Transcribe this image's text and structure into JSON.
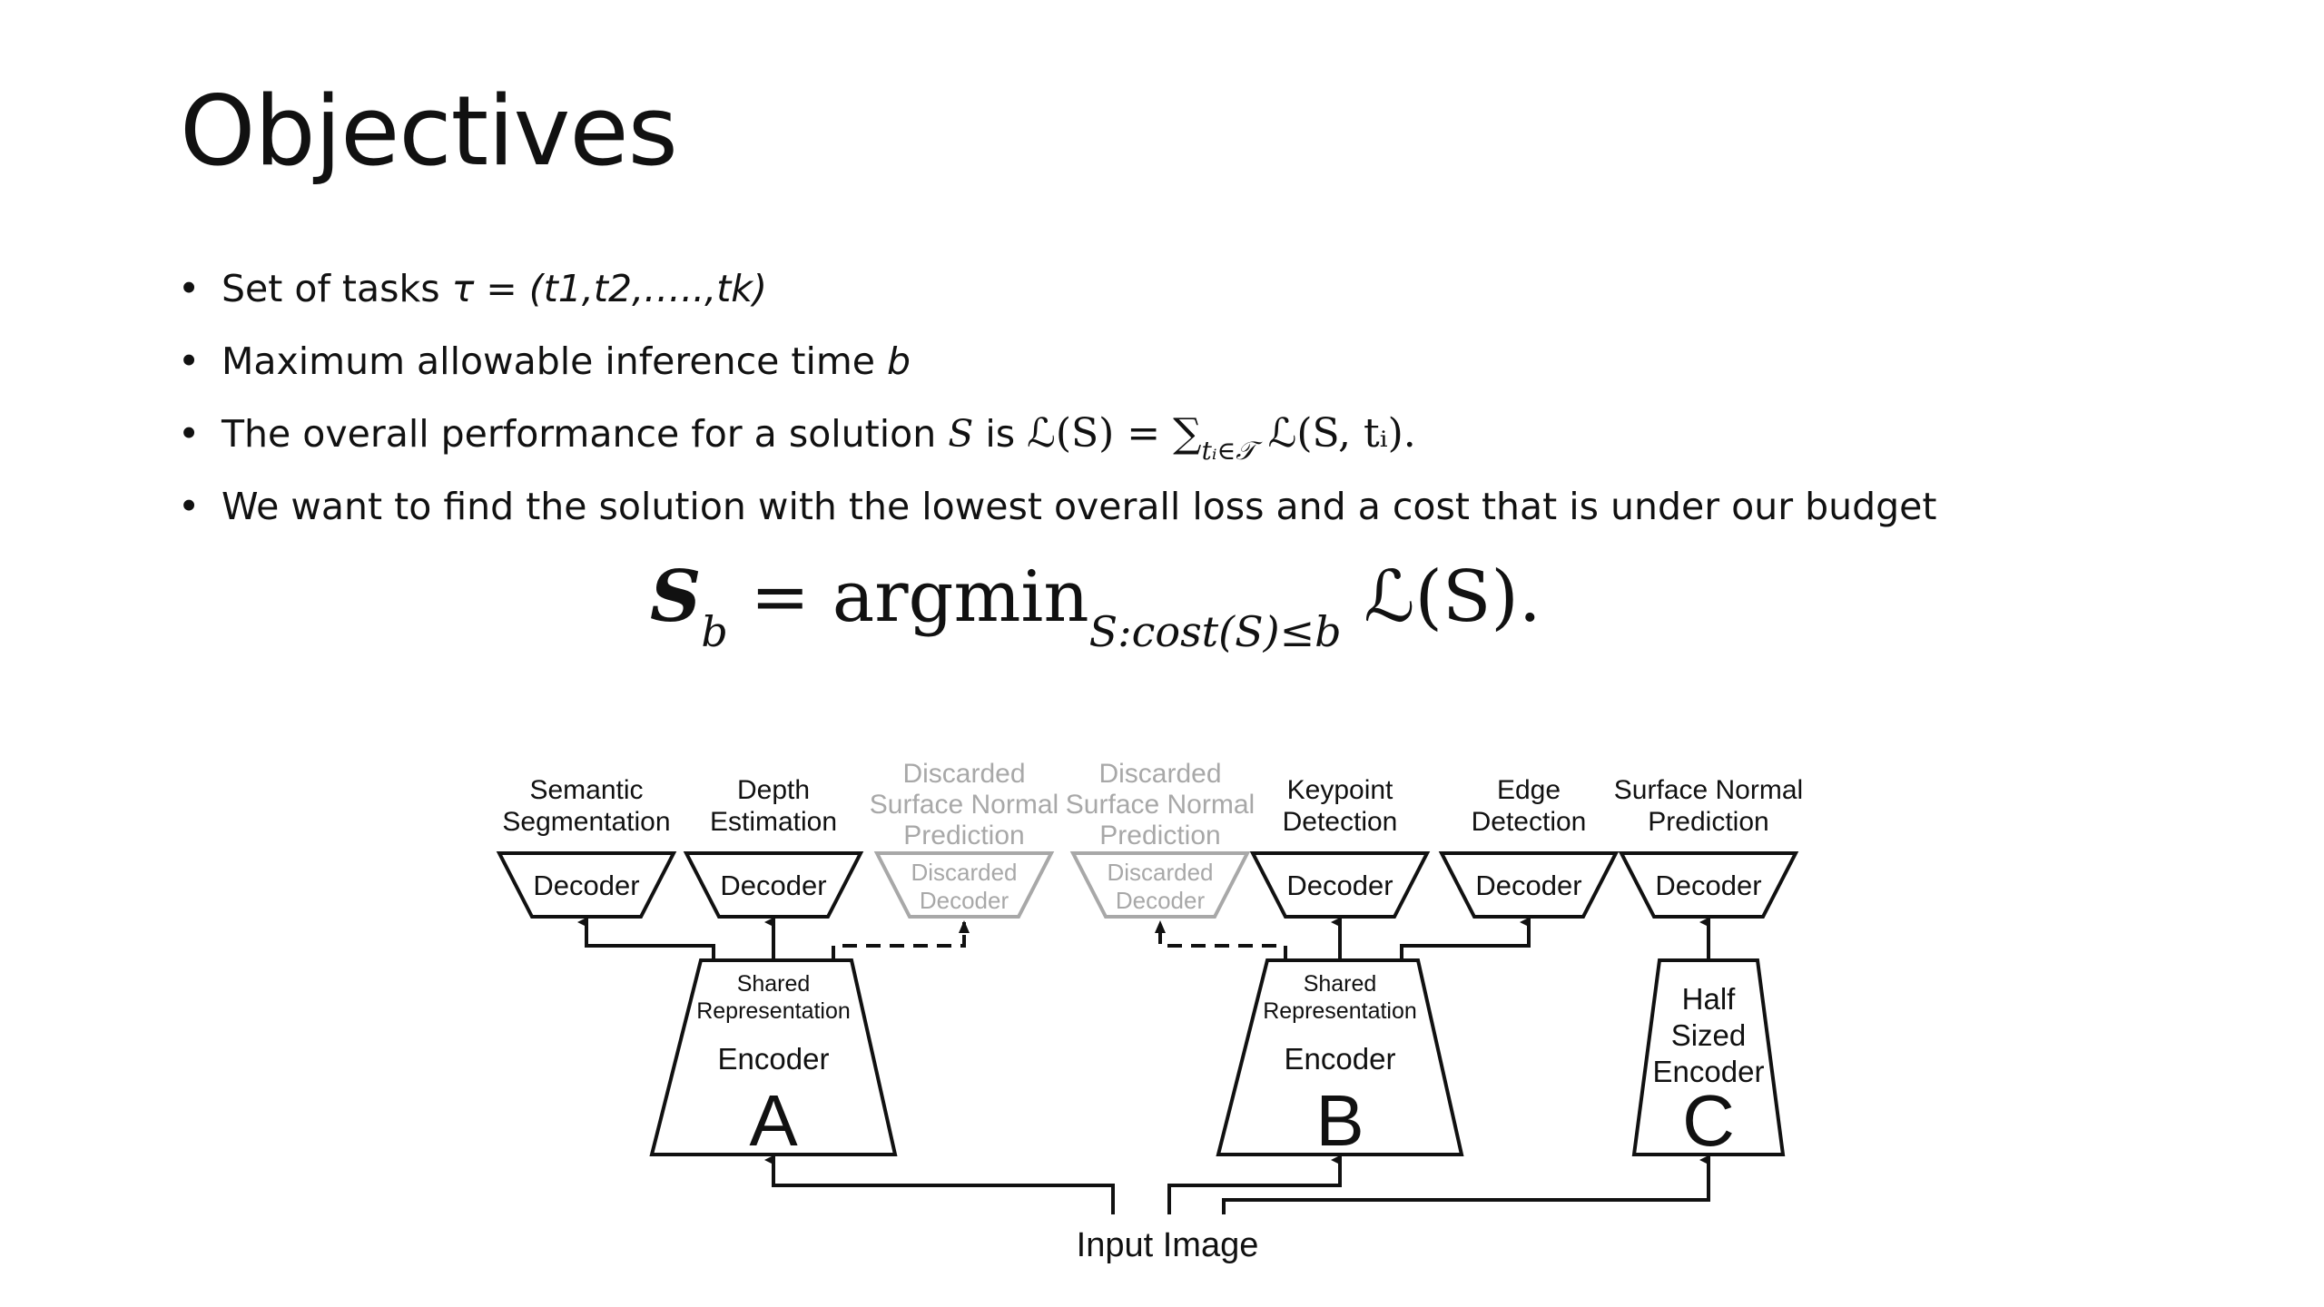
{
  "slide": {
    "title": "Objectives",
    "bullets": [
      {
        "dot": "•",
        "prefix": "Set of tasks ",
        "math": "τ = (t1,t2,…..,tk)"
      },
      {
        "dot": "•",
        "prefix": "Maximum allowable inference time ",
        "math": "b"
      },
      {
        "dot": "•",
        "prefix": "The overall performance for a solution ",
        "var": "S",
        "mid": " is ",
        "formula_lhs": "ℒ(S) = ∑",
        "formula_sub": "tᵢ∈𝒯",
        "formula_rhs": " ℒ(S, tᵢ)."
      },
      {
        "dot": "•",
        "text": "We want to find the solution with the lowest overall loss and a cost that is under our budget"
      }
    ],
    "display_formula": {
      "lhs": "S",
      "lhs_sub": "b",
      "eq": " = argmin",
      "sub": "S:cost(S)≤b",
      "rhs": " ℒ(S)."
    }
  },
  "diagram": {
    "outputs": [
      {
        "line1": "Semantic",
        "line2": "Segmentation",
        "decoder": "Decoder",
        "discarded": false
      },
      {
        "line1": "Depth",
        "line2": "Estimation",
        "decoder": "Decoder",
        "discarded": false
      },
      {
        "line1": "Discarded",
        "line2": "Surface Normal",
        "line3": "Prediction",
        "decoder1": "Discarded",
        "decoder2": "Decoder",
        "discarded": true
      },
      {
        "line1": "Discarded",
        "line2": "Surface Normal",
        "line3": "Prediction",
        "decoder1": "Discarded",
        "decoder2": "Decoder",
        "discarded": true
      },
      {
        "line1": "Keypoint",
        "line2": "Detection",
        "decoder": "Decoder",
        "discarded": false
      },
      {
        "line1": "Edge",
        "line2": "Detection",
        "decoder": "Decoder",
        "discarded": false
      },
      {
        "line1": "Surface Normal",
        "line2": "Prediction",
        "decoder": "Decoder",
        "discarded": false
      }
    ],
    "encoders": [
      {
        "shared1": "Shared",
        "shared2": "Representation",
        "label": "Encoder",
        "letter": "A"
      },
      {
        "shared1": "Shared",
        "shared2": "Representation",
        "label": "Encoder",
        "letter": "B"
      },
      {
        "line1": "Half",
        "line2": "Sized",
        "line3": "Encoder",
        "letter": "C"
      }
    ],
    "input_label": "Input Image",
    "colors": {
      "ink": "#111111",
      "discarded": "#a8a8a8"
    }
  }
}
